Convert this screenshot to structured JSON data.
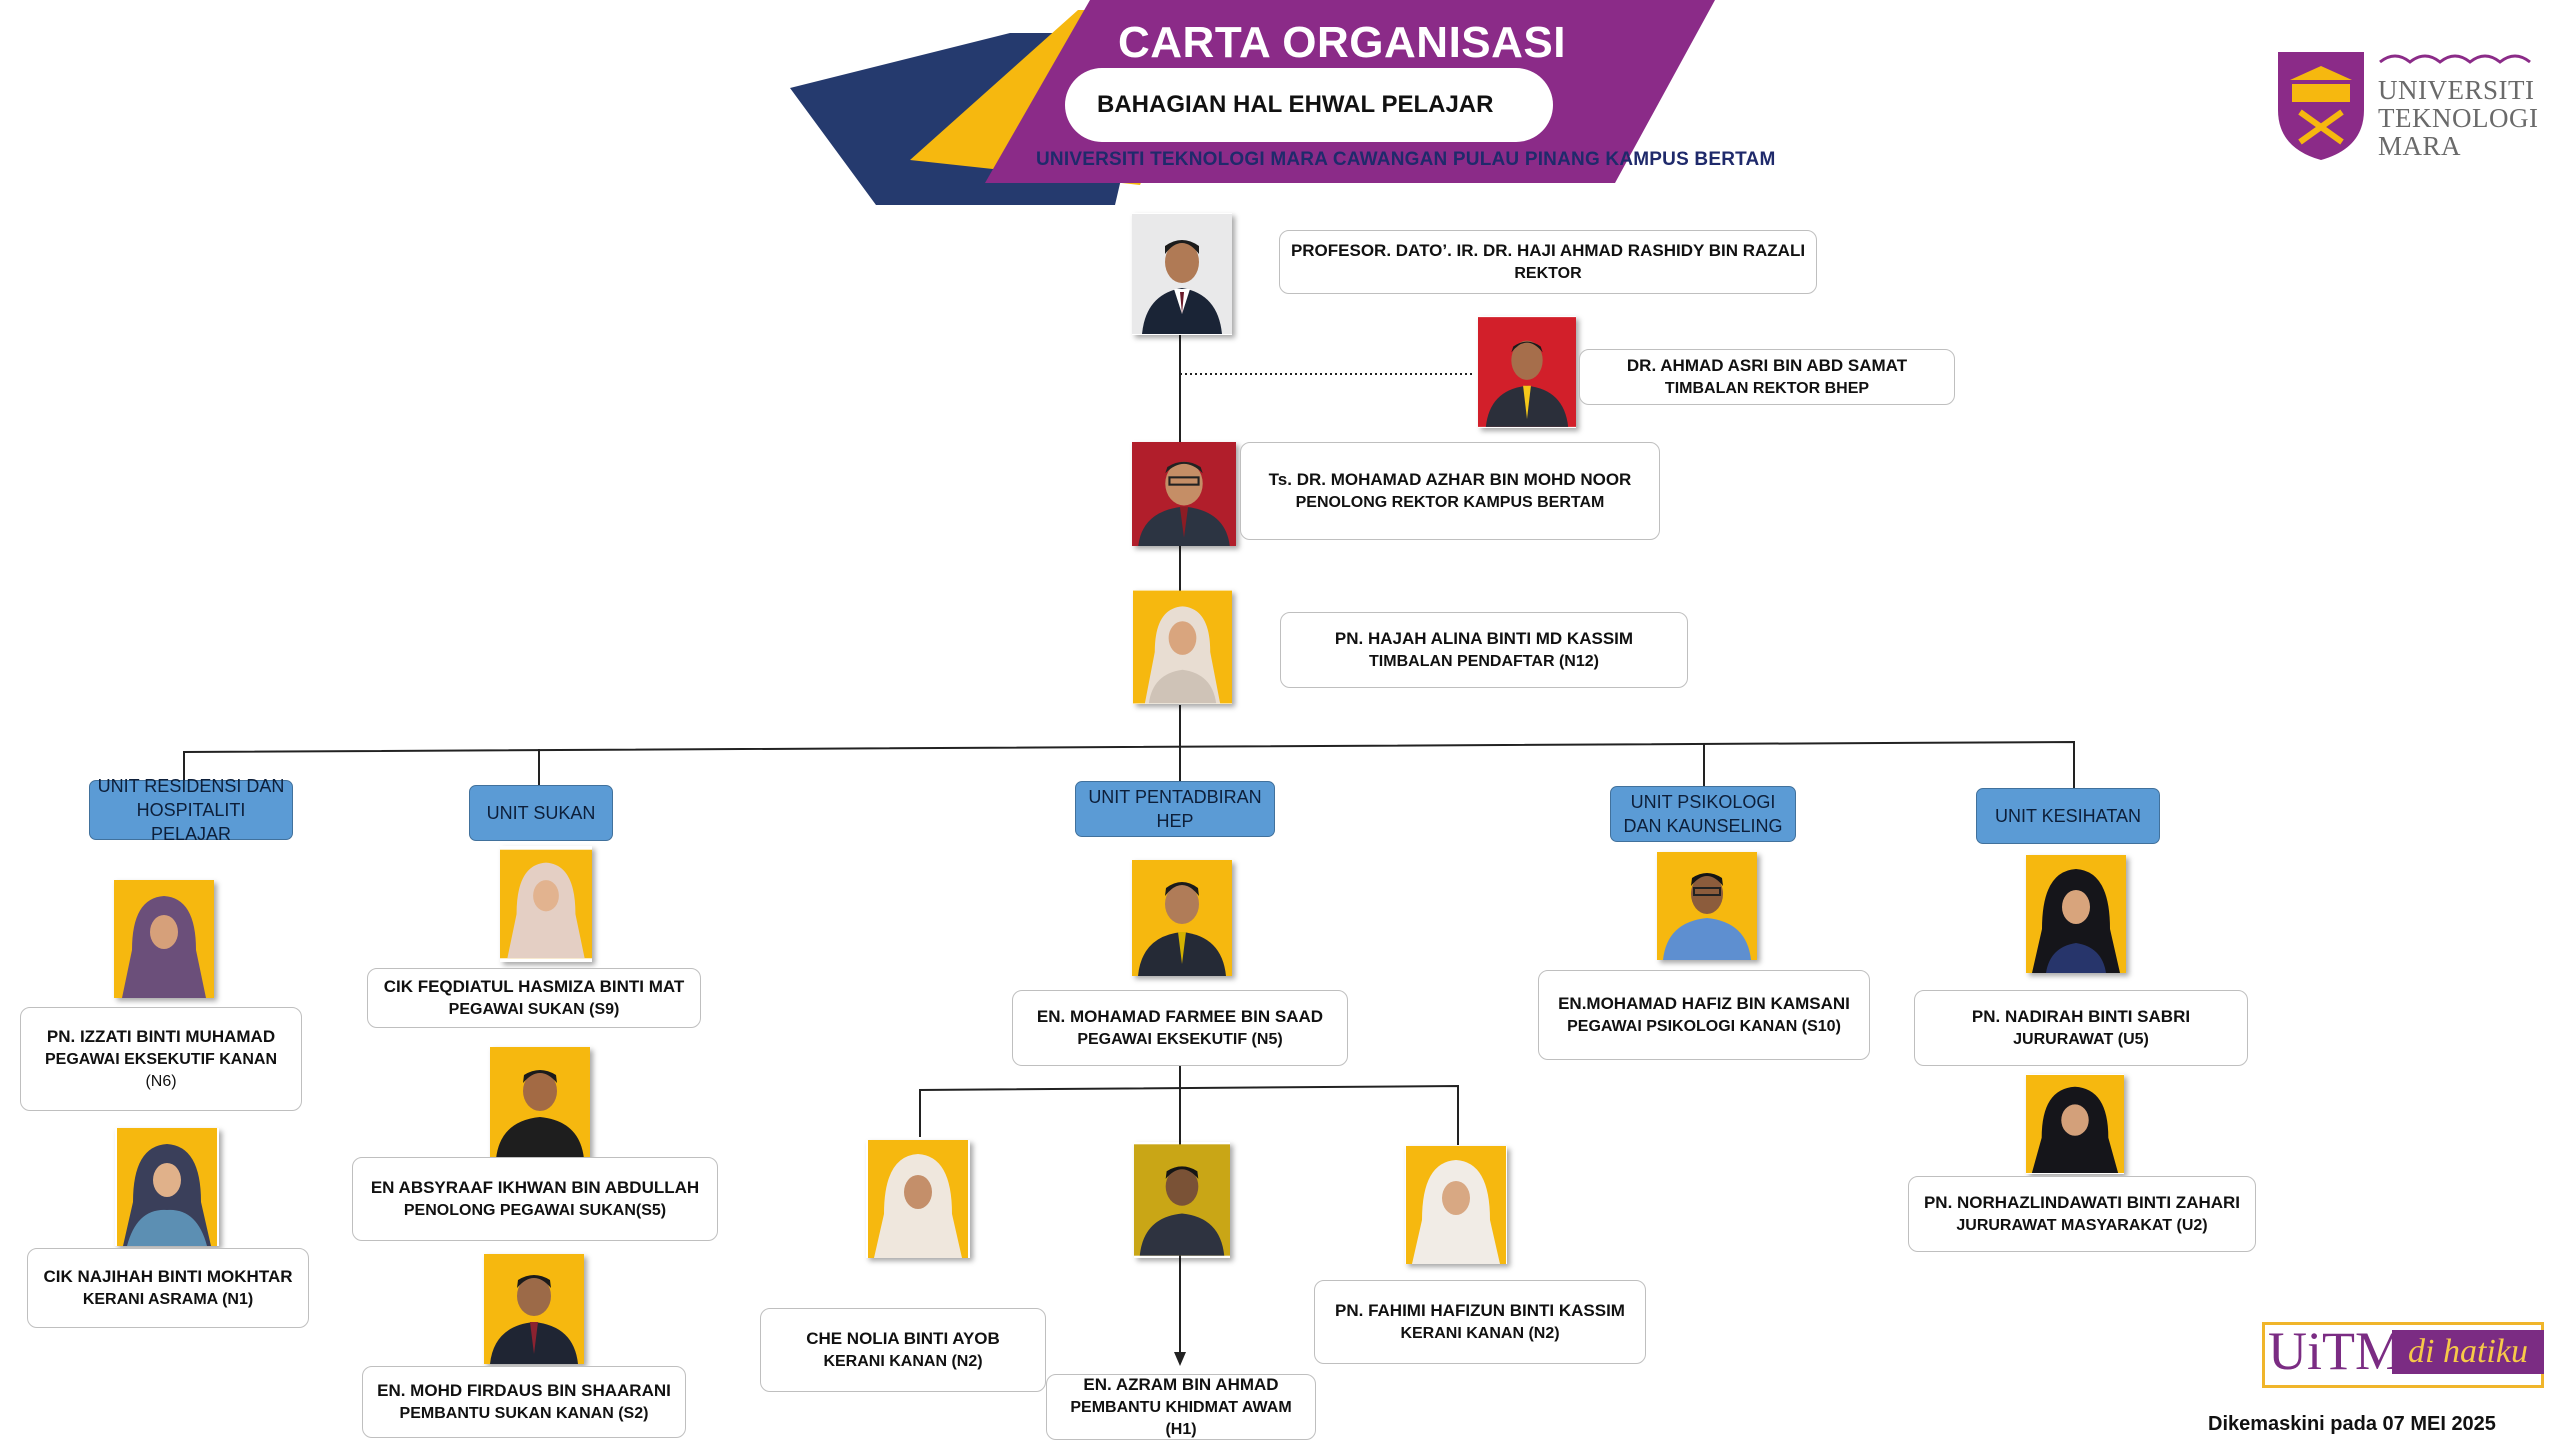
{
  "header": {
    "title": "CARTA ORGANISASI",
    "department": "BAHAGIAN HAL EHWAL PELAJAR",
    "campus": "UNIVERSITI TEKNOLOGI MARA CAWANGAN PULAU PINANG KAMPUS BERTAM"
  },
  "logo": {
    "line1": "UNIVERSITI",
    "line2": "TEKNOLOGI",
    "line3": "MARA"
  },
  "colors": {
    "navy": "#253a6e",
    "gold": "#f6b80f",
    "purple": "#8b2b88",
    "unit_blue": "#5b9bd5"
  },
  "leaders": [
    {
      "name": "PROFESOR. DATO’. IR. DR. HAJI AHMAD RASHIDY BIN RAZALI",
      "role": "REKTOR"
    },
    {
      "name": "DR. AHMAD ASRI BIN ABD SAMAT",
      "role": "TIMBALAN  REKTOR  BHEP"
    },
    {
      "name": "Ts. DR. MOHAMAD AZHAR  BIN MOHD NOOR",
      "role": "PENOLONG REKTOR KAMPUS BERTAM"
    },
    {
      "name": "PN. HAJAH ALINA BINTI MD KASSIM",
      "role": "TIMBALAN PENDAFTAR (N12)"
    }
  ],
  "units": [
    {
      "label": "UNIT RESIDENSI DAN HOSPITALITI PELAJAR",
      "staff": [
        {
          "name": "PN. IZZATI BINTI MUHAMAD",
          "role": "PEGAWAI EKSEKUTIF KANAN",
          "grade": "(N6)"
        },
        {
          "name": "CIK NAJIHAH BINTI MOKHTAR",
          "role": "KERANI ASRAMA (N1)"
        }
      ]
    },
    {
      "label": "UNIT SUKAN",
      "staff": [
        {
          "name": "CIK FEQDIATUL HASMIZA BINTI MAT",
          "role": "PEGAWAI SUKAN (S9)"
        },
        {
          "name": "EN ABSYRAAF IKHWAN BIN ABDULLAH",
          "role": "PENOLONG PEGAWAI SUKAN(S5)"
        },
        {
          "name": "EN. MOHD FIRDAUS BIN SHAARANI",
          "role": "PEMBANTU SUKAN KANAN (S2)"
        }
      ]
    },
    {
      "label": "UNIT PENTADBIRAN HEP",
      "staff": [
        {
          "name": "EN. MOHAMAD FARMEE BIN SAAD",
          "role": "PEGAWAI EKSEKUTIF (N5)"
        },
        {
          "name": "CHE NOLIA BINTI AYOB",
          "role": "KERANI KANAN (N2)"
        },
        {
          "name": "EN. AZRAM BIN AHMAD",
          "role": "PEMBANTU KHIDMAT AWAM (H1)"
        },
        {
          "name": "PN. FAHIMI HAFIZUN  BINTI KASSIM",
          "role": "KERANI KANAN (N2)"
        }
      ]
    },
    {
      "label": "UNIT PSIKOLOGI DAN KAUNSELING",
      "staff": [
        {
          "name": "EN.MOHAMAD HAFIZ BIN KAMSANI",
          "role": "PEGAWAI PSIKOLOGI KANAN (S10)"
        }
      ]
    },
    {
      "label": "UNIT KESIHATAN",
      "staff": [
        {
          "name": "PN. NADIRAH BINTI SABRI",
          "role": "JURURAWAT (U5)"
        },
        {
          "name": "PN. NORHAZLINDAWATI BINTI ZAHARI",
          "role": "JURURAWAT MASYARAKAT (U2)"
        }
      ]
    }
  ],
  "footer": {
    "badge_main": "UiTM",
    "badge_tag": "di hatiku",
    "updated": "Dikemaskini pada 07 MEI 2025"
  }
}
